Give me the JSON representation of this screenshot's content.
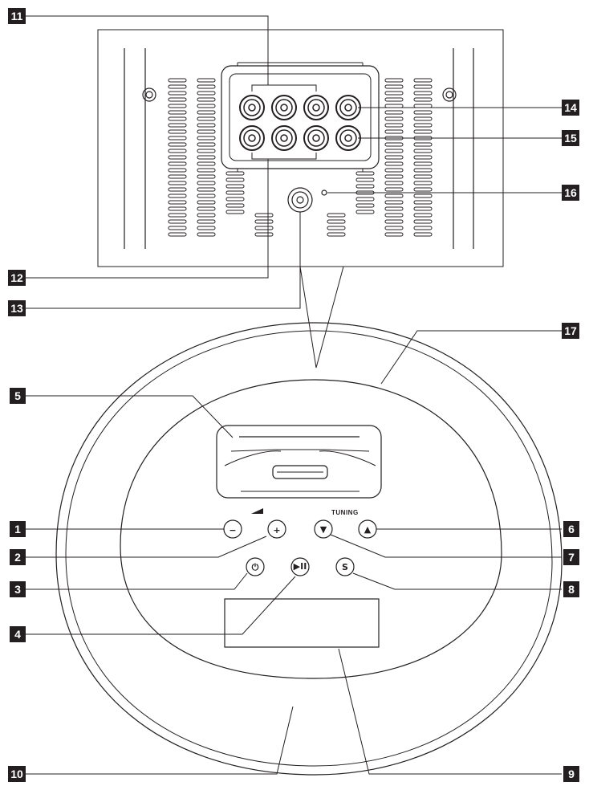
{
  "callouts": {
    "c1": "1",
    "c2": "2",
    "c3": "3",
    "c4": "4",
    "c5": "5",
    "c6": "6",
    "c7": "7",
    "c8": "8",
    "c9": "9",
    "c10": "10",
    "c11": "11",
    "c12": "12",
    "c13": "13",
    "c14": "14",
    "c15": "15",
    "c16": "16",
    "c17": "17"
  },
  "labels": {
    "tuning": "TUNING"
  },
  "buttons": {
    "volume_down": "−",
    "volume_up": "+",
    "tune_down": "▼",
    "tune_up": "▲",
    "power": "⏻",
    "play_pause": "▶II",
    "source": "S"
  },
  "colors": {
    "ink": "#231f20",
    "background": "#ffffff"
  }
}
